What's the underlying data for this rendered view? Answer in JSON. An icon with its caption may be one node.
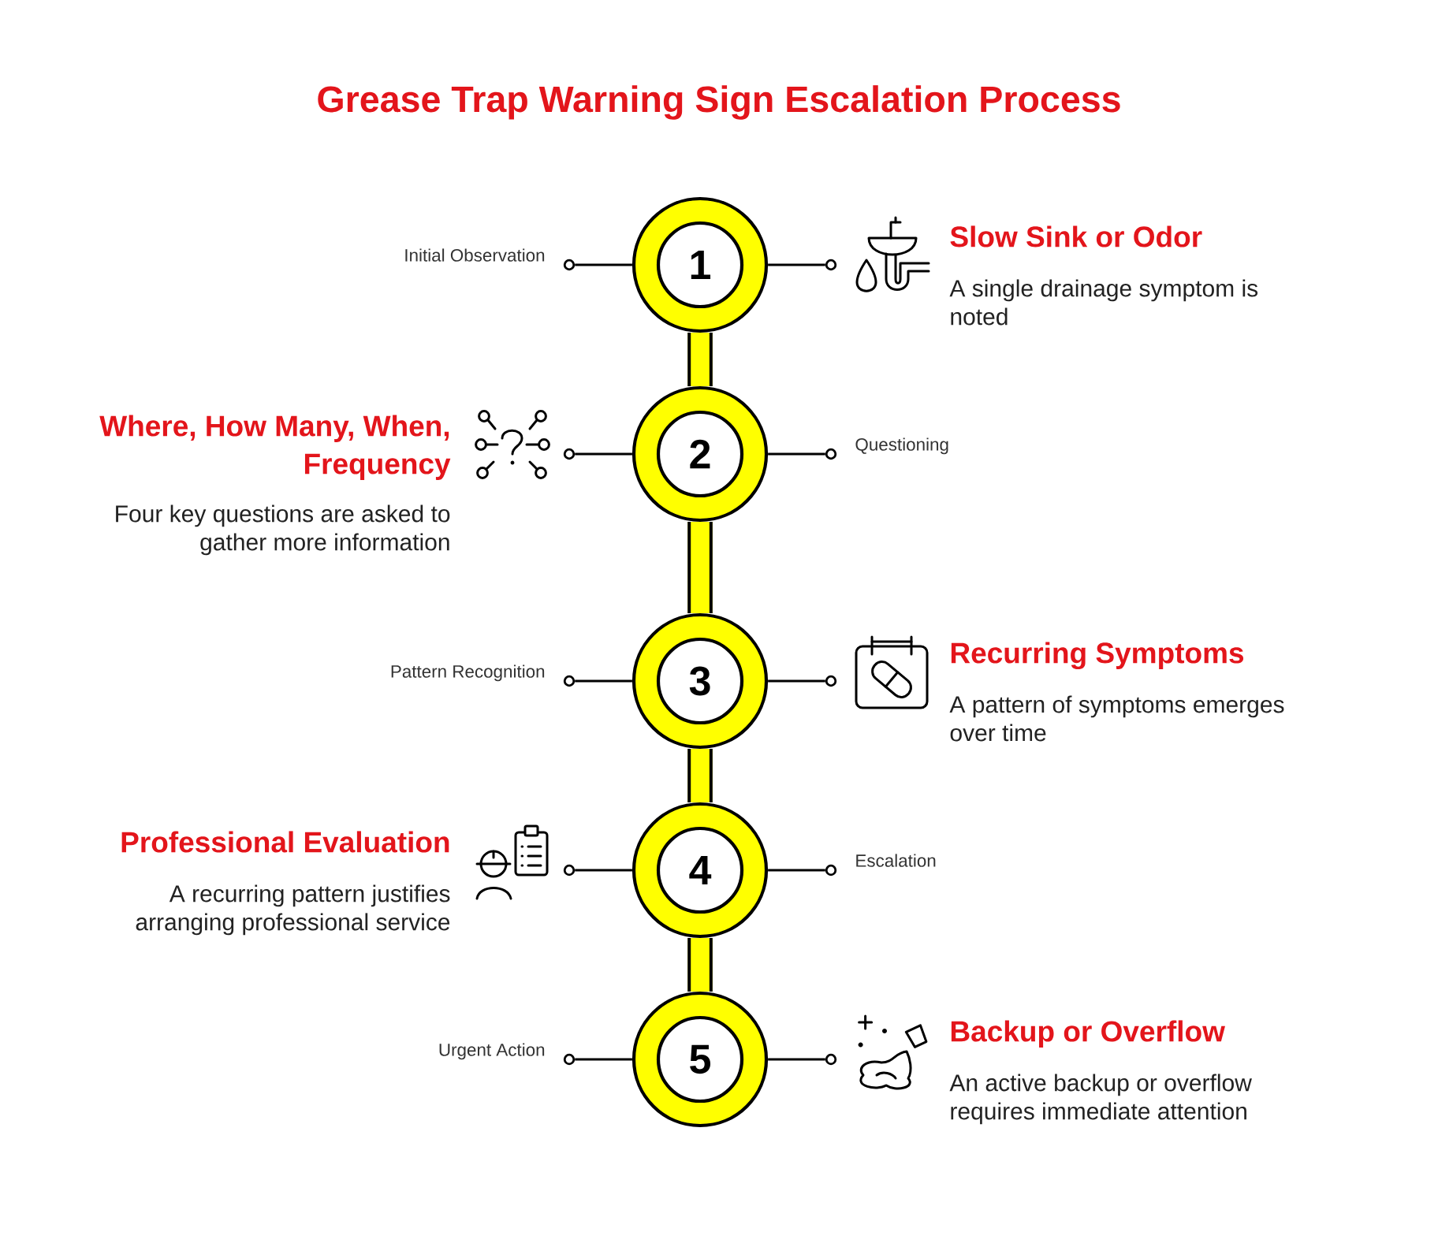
{
  "diagram": {
    "title": "Grease Trap Warning Sign Escalation Process",
    "nodes": [
      {
        "text": [
          "1"
        ],
        "beside": [
          "Slow Sink or Odor",
          "A single drainage symptom is noted"
        ]
      },
      {
        "text": [
          "2"
        ],
        "beside": [
          "Where, How Many, When, Frequency",
          "Four key questions are asked to gather more information"
        ]
      },
      {
        "text": [
          "3"
        ],
        "beside": [
          "Recurring Symptoms",
          "A pattern of symptoms emerges over time"
        ]
      },
      {
        "text": [
          "4"
        ],
        "beside": [
          "Professional Evaluation",
          "A recurring pattern justifies arranging professional service"
        ]
      },
      {
        "text": [
          "5"
        ],
        "beside": [
          "Backup or Overflow",
          "An active backup or overflow requires immediate attention"
        ]
      },
      {
        "text": [],
        "shape": "circle"
      },
      {
        "text": [],
        "shape": "circle"
      },
      {
        "text": [],
        "shape": "circle"
      },
      {
        "text": [],
        "shape": "circle"
      },
      {
        "text": [],
        "shape": "circle"
      },
      {
        "text": [],
        "shape": "circle"
      },
      {
        "text": [],
        "shape": "circle"
      },
      {
        "text": [],
        "shape": "circle"
      },
      {
        "text": [],
        "shape": "circle"
      },
      {
        "text": [],
        "shape": "circle"
      }
    ],
    "edges": [
      {
        "from": 0,
        "to": 5,
        "arrow": "none"
      },
      {
        "from": 0,
        "to": 6,
        "arrow": "none"
      },
      {
        "from": 0,
        "to": 1,
        "arrow": "none",
        "style": "thick",
        "color": "#ffff00"
      },
      {
        "from": 1,
        "to": 7,
        "arrow": "none"
      },
      {
        "from": 1,
        "to": 8,
        "arrow": "none"
      },
      {
        "from": 1,
        "to": 2,
        "arrow": "none",
        "style": "thick",
        "color": "#ffff00"
      },
      {
        "from": 2,
        "to": 9,
        "arrow": "none"
      },
      {
        "from": 2,
        "to": 10,
        "arrow": "none"
      },
      {
        "from": 2,
        "to": 3,
        "arrow": "none",
        "style": "thick",
        "color": "#ffff00"
      },
      {
        "from": 3,
        "to": 11,
        "arrow": "none"
      },
      {
        "from": 3,
        "to": 12,
        "arrow": "none"
      },
      {
        "from": 3,
        "to": 4,
        "arrow": "none",
        "style": "thick",
        "color": "#ffff00"
      },
      {
        "from": 4,
        "to": 13,
        "arrow": "none"
      },
      {
        "from": 4,
        "to": 14,
        "arrow": "none"
      }
    ],
    "labels": [
      "Initial Observation",
      "Questioning",
      "Pattern Recognition",
      "Escalation",
      "Urgent Action"
    ]
  }
}
